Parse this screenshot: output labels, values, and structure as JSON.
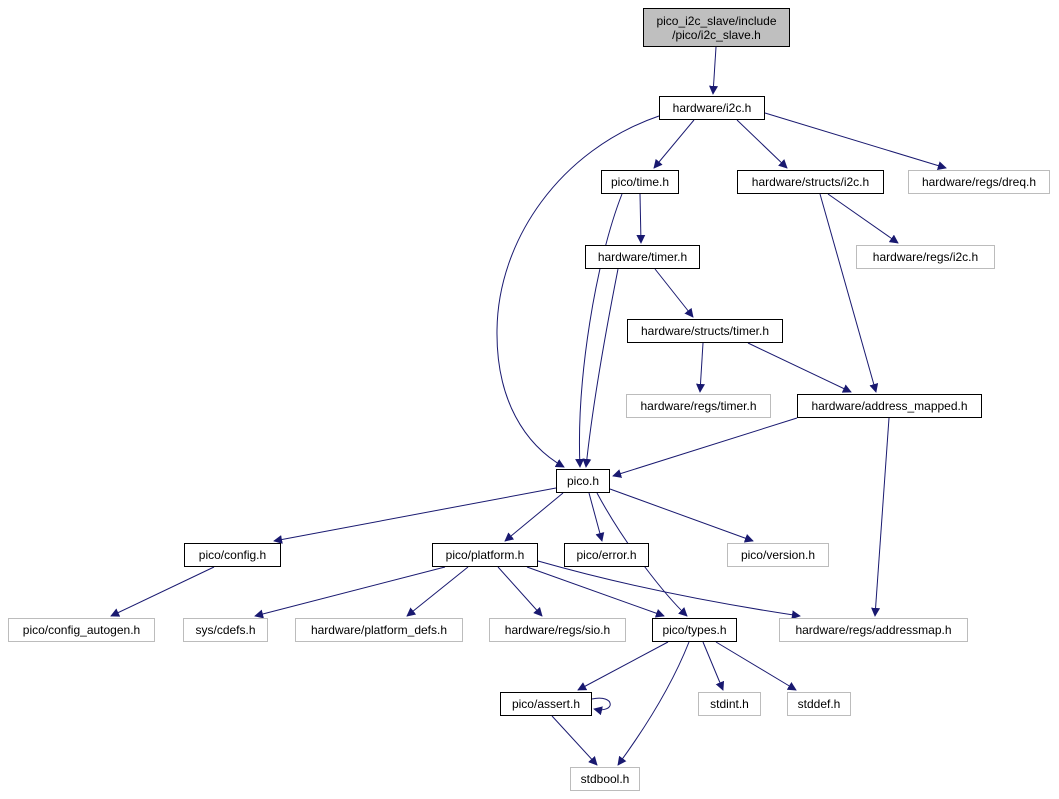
{
  "diagram": {
    "type": "include-dependency-graph",
    "colors": {
      "edge": "#191970",
      "root_fill": "#bfbfbf",
      "node_border": "#000000",
      "unlinked_border": "#bcbcbc",
      "background": "#ffffff"
    },
    "nodes": [
      {
        "id": "i2c_slave",
        "label": "pico_i2c_slave/include\n/pico/i2c_slave.h",
        "linked": false,
        "root": true
      },
      {
        "id": "hardware_i2c",
        "label": "hardware/i2c.h",
        "linked": true
      },
      {
        "id": "pico_time",
        "label": "pico/time.h",
        "linked": true
      },
      {
        "id": "hardware_structs_i2c",
        "label": "hardware/structs/i2c.h",
        "linked": true
      },
      {
        "id": "hardware_regs_dreq",
        "label": "hardware/regs/dreq.h",
        "linked": false
      },
      {
        "id": "hardware_timer",
        "label": "hardware/timer.h",
        "linked": true
      },
      {
        "id": "hardware_regs_i2c",
        "label": "hardware/regs/i2c.h",
        "linked": false
      },
      {
        "id": "hardware_structs_timer",
        "label": "hardware/structs/timer.h",
        "linked": true
      },
      {
        "id": "hardware_regs_timer",
        "label": "hardware/regs/timer.h",
        "linked": false
      },
      {
        "id": "hardware_address_mapped",
        "label": "hardware/address_mapped.h",
        "linked": true
      },
      {
        "id": "pico_h",
        "label": "pico.h",
        "linked": true
      },
      {
        "id": "pico_config",
        "label": "pico/config.h",
        "linked": true
      },
      {
        "id": "pico_platform",
        "label": "pico/platform.h",
        "linked": true
      },
      {
        "id": "pico_error",
        "label": "pico/error.h",
        "linked": true
      },
      {
        "id": "pico_version",
        "label": "pico/version.h",
        "linked": false
      },
      {
        "id": "pico_config_autogen",
        "label": "pico/config_autogen.h",
        "linked": false
      },
      {
        "id": "sys_cdefs",
        "label": "sys/cdefs.h",
        "linked": false
      },
      {
        "id": "hardware_platform_defs",
        "label": "hardware/platform_defs.h",
        "linked": false
      },
      {
        "id": "hardware_regs_sio",
        "label": "hardware/regs/sio.h",
        "linked": false
      },
      {
        "id": "pico_types",
        "label": "pico/types.h",
        "linked": true
      },
      {
        "id": "hardware_regs_addressmap",
        "label": "hardware/regs/addressmap.h",
        "linked": false
      },
      {
        "id": "pico_assert",
        "label": "pico/assert.h",
        "linked": true
      },
      {
        "id": "stdint",
        "label": "stdint.h",
        "linked": false
      },
      {
        "id": "stddef",
        "label": "stddef.h",
        "linked": false
      },
      {
        "id": "stdbool",
        "label": "stdbool.h",
        "linked": false
      }
    ],
    "edges": [
      {
        "from": "i2c_slave",
        "to": "hardware_i2c"
      },
      {
        "from": "hardware_i2c",
        "to": "pico_time"
      },
      {
        "from": "hardware_i2c",
        "to": "hardware_structs_i2c"
      },
      {
        "from": "hardware_i2c",
        "to": "hardware_regs_dreq"
      },
      {
        "from": "hardware_i2c",
        "to": "pico_h"
      },
      {
        "from": "pico_time",
        "to": "hardware_timer"
      },
      {
        "from": "pico_time",
        "to": "pico_h"
      },
      {
        "from": "hardware_structs_i2c",
        "to": "hardware_regs_i2c"
      },
      {
        "from": "hardware_structs_i2c",
        "to": "hardware_address_mapped"
      },
      {
        "from": "hardware_timer",
        "to": "hardware_structs_timer"
      },
      {
        "from": "hardware_timer",
        "to": "pico_h"
      },
      {
        "from": "hardware_structs_timer",
        "to": "hardware_regs_timer"
      },
      {
        "from": "hardware_structs_timer",
        "to": "hardware_address_mapped"
      },
      {
        "from": "hardware_address_mapped",
        "to": "pico_h"
      },
      {
        "from": "hardware_address_mapped",
        "to": "hardware_regs_addressmap"
      },
      {
        "from": "pico_h",
        "to": "pico_config"
      },
      {
        "from": "pico_h",
        "to": "pico_platform"
      },
      {
        "from": "pico_h",
        "to": "pico_error"
      },
      {
        "from": "pico_h",
        "to": "pico_version"
      },
      {
        "from": "pico_h",
        "to": "pico_types"
      },
      {
        "from": "pico_config",
        "to": "pico_config_autogen"
      },
      {
        "from": "pico_platform",
        "to": "sys_cdefs"
      },
      {
        "from": "pico_platform",
        "to": "hardware_platform_defs"
      },
      {
        "from": "pico_platform",
        "to": "hardware_regs_sio"
      },
      {
        "from": "pico_platform",
        "to": "pico_types"
      },
      {
        "from": "pico_platform",
        "to": "hardware_regs_addressmap"
      },
      {
        "from": "pico_types",
        "to": "pico_assert"
      },
      {
        "from": "pico_types",
        "to": "stdint"
      },
      {
        "from": "pico_types",
        "to": "stddef"
      },
      {
        "from": "pico_types",
        "to": "stdbool"
      },
      {
        "from": "pico_assert",
        "to": "pico_assert"
      },
      {
        "from": "pico_assert",
        "to": "stdbool"
      }
    ]
  }
}
